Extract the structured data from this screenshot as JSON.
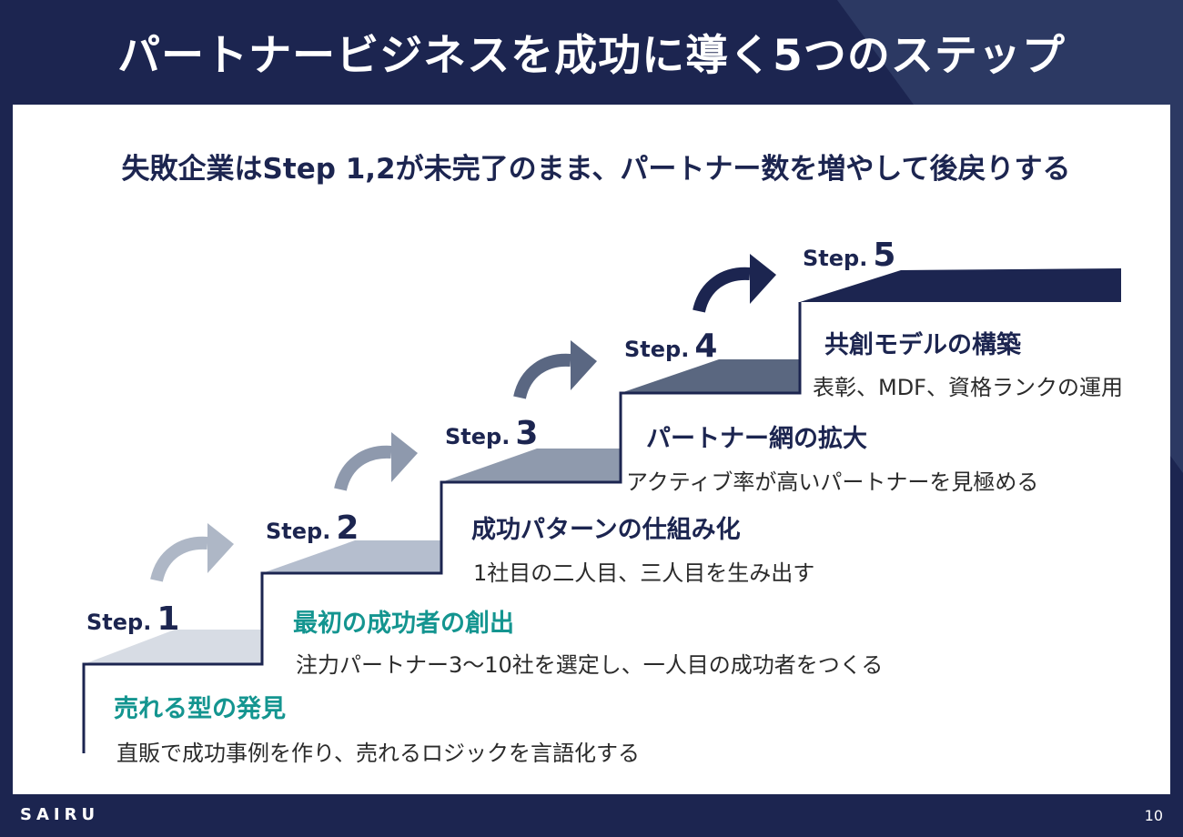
{
  "title": "パートナービジネスを成功に導く5つのステップ",
  "subtitle": "失敗企業はStep 1,2が未完了のまま、パートナー数を増やして後戻りする",
  "step_prefix": "Step.",
  "steps": [
    {
      "number": "1",
      "heading": "売れる型の発見",
      "description": "直販で成功事例を作り、売れるロジックを言語化する",
      "color": "#d7dce4",
      "arrow_color": "#aeb7c6"
    },
    {
      "number": "2",
      "heading": "最初の成功者の創出",
      "description": "注力パートナー3〜10社を選定し、一人目の成功者をつくる",
      "color": "#b5bece",
      "arrow_color": "#8e99ad"
    },
    {
      "number": "3",
      "heading": "成功パターンの仕組み化",
      "description": "1社目の二人目、三人目を生み出す",
      "color": "#8f9aad",
      "arrow_color": "#5a6782"
    },
    {
      "number": "4",
      "heading": "パートナー網の拡大",
      "description": "アクティブ率が高いパートナーを見極める",
      "color": "#5a6780",
      "arrow_color": "#1c2550"
    },
    {
      "number": "5",
      "heading": "共創モデルの構築",
      "description": "表彰、MDF、資格ランクの運用",
      "color": "#1c2550"
    }
  ],
  "colors": {
    "navy": "#1c2550",
    "teal": "#149590",
    "white": "#ffffff"
  },
  "footer": {
    "logo": "SAIRU",
    "page_number": "10"
  }
}
